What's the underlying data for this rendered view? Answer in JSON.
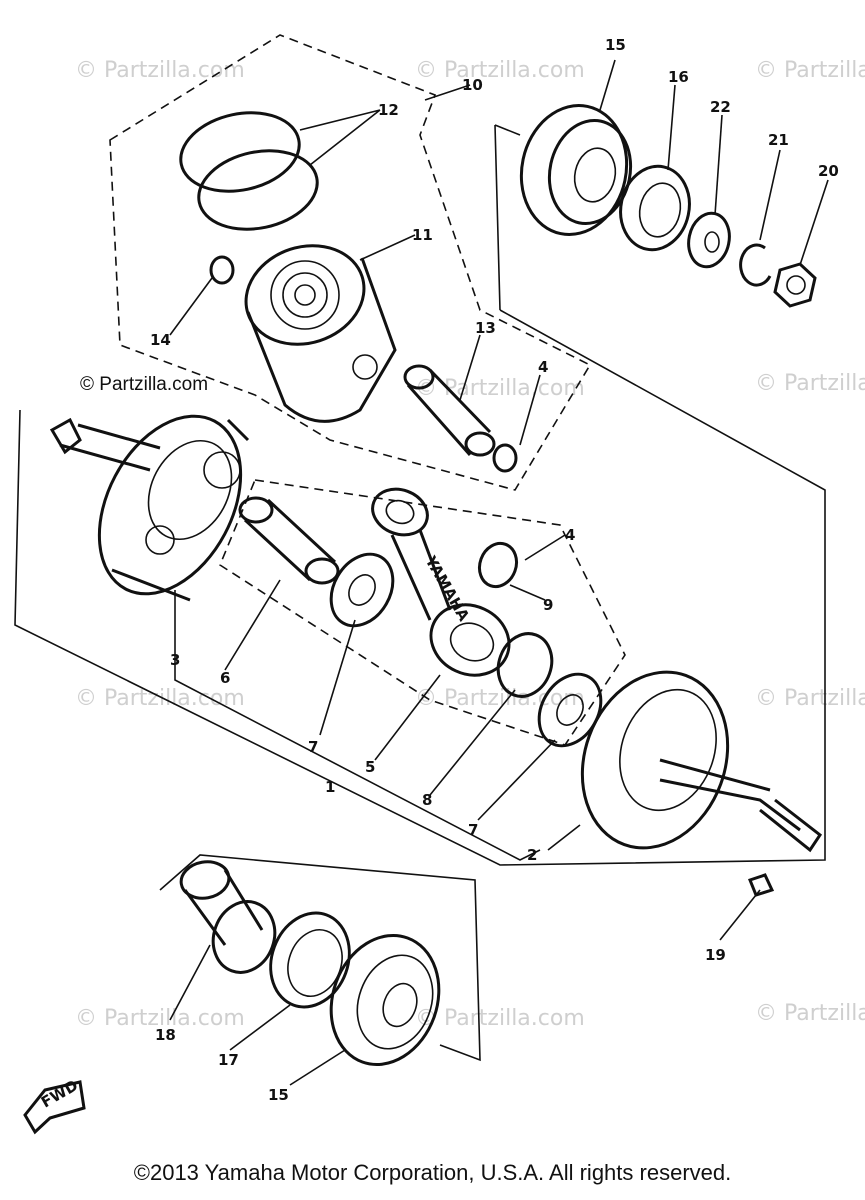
{
  "diagram": {
    "watermark": "© Partzilla.com",
    "primary_watermark": "© Partzilla.com",
    "copyright": "©2013 Yamaha Motor Corporation, U.S.A. All rights reserved.",
    "fwd_label": "FWD",
    "rod_marking": "YAMAHA",
    "callouts": {
      "c1": "1",
      "c2": "2",
      "c3": "3",
      "c4a": "4",
      "c4b": "4",
      "c5": "5",
      "c6": "6",
      "c7a": "7",
      "c7b": "7",
      "c8": "8",
      "c9": "9",
      "c10": "10",
      "c11": "11",
      "c12": "12",
      "c13": "13",
      "c14": "14",
      "c15a": "15",
      "c15b": "15",
      "c16": "16",
      "c17": "17",
      "c18": "18",
      "c19": "19",
      "c20": "20",
      "c21": "21",
      "c22": "22"
    }
  }
}
